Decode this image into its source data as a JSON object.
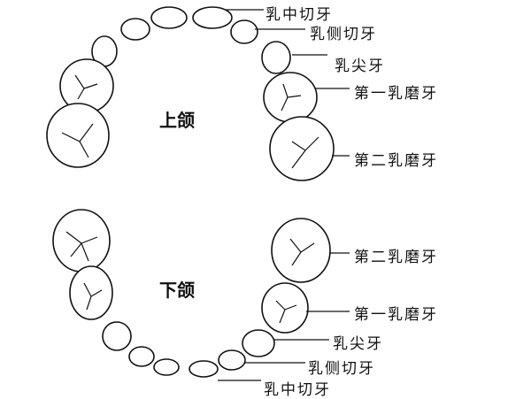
{
  "upper": {
    "title": "上颌",
    "labels": [
      "乳中切牙",
      "乳侧切牙",
      "乳尖牙",
      "第一乳磨牙",
      "第二乳磨牙"
    ]
  },
  "lower": {
    "title": "下颌",
    "labels": [
      "第二乳磨牙",
      "第一乳磨牙",
      "乳尖牙",
      "乳侧切牙",
      "乳中切牙"
    ]
  }
}
